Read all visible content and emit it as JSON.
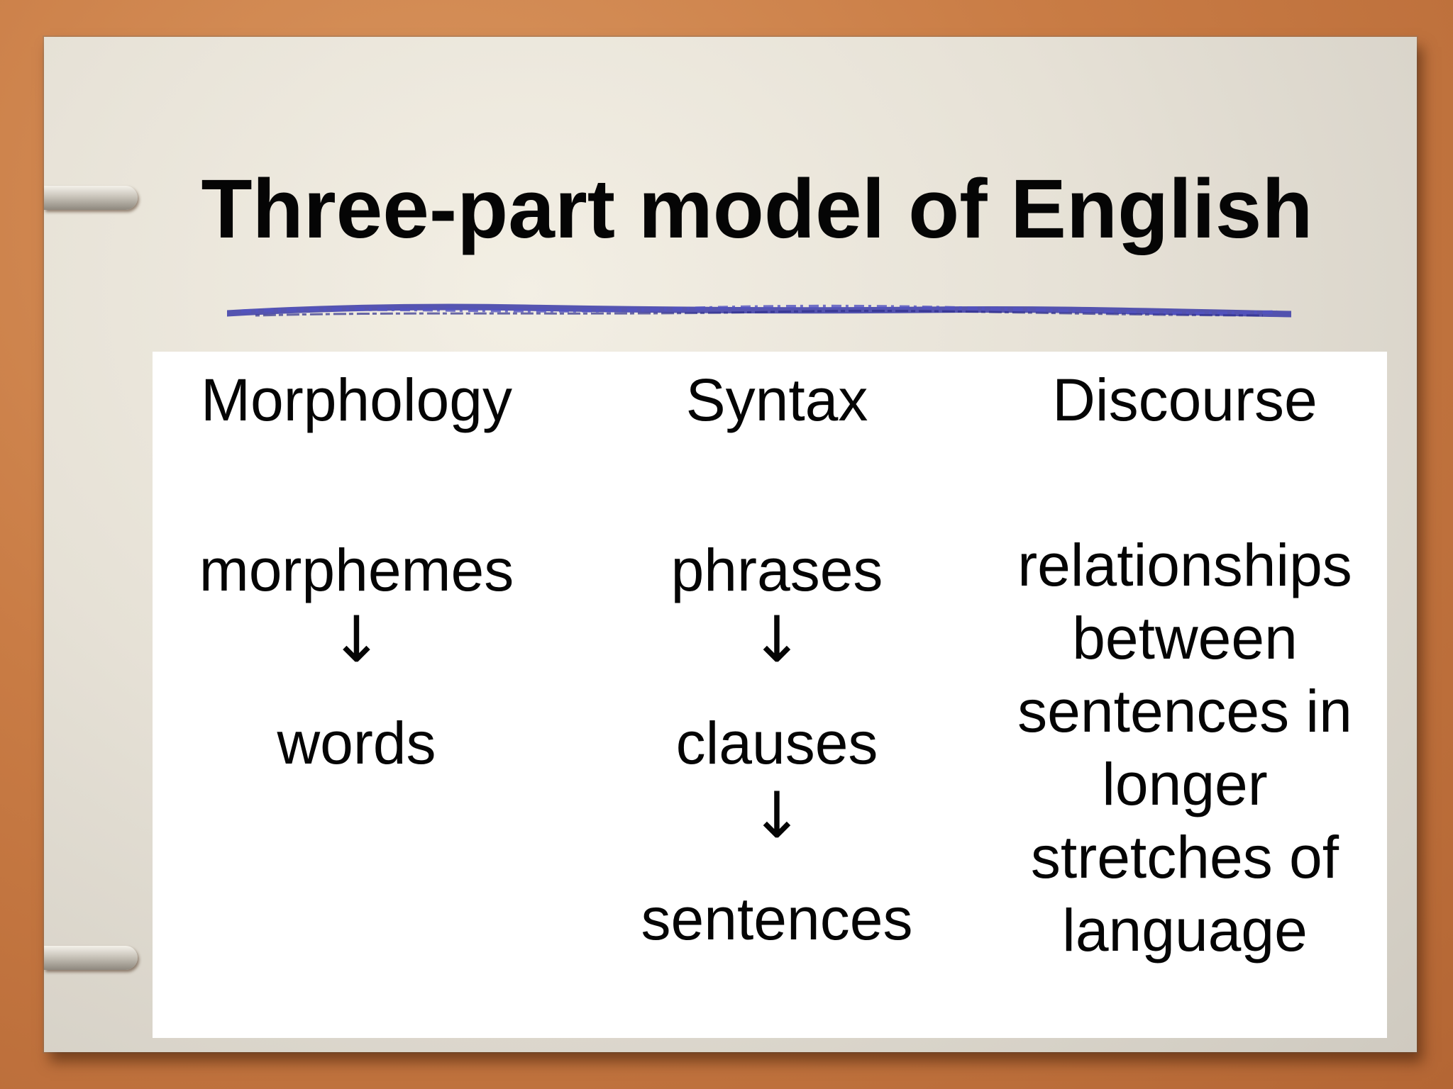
{
  "slide": {
    "title": "Three-part model of English",
    "arrow_glyph": "↓",
    "columns": [
      {
        "heading": "Morphology",
        "items": [
          "morphemes",
          "words"
        ]
      },
      {
        "heading": "Syntax",
        "items": [
          "phrases",
          "clauses",
          "sentences"
        ]
      },
      {
        "heading": "Discourse",
        "description": "relationships between sentences in longer stretches of language"
      }
    ]
  },
  "colors": {
    "background": "#c97c45",
    "slide_paper": "#e6e1d6",
    "panel": "#ffffff",
    "text": "#050505",
    "underline_ink": "#3a3aa8"
  }
}
